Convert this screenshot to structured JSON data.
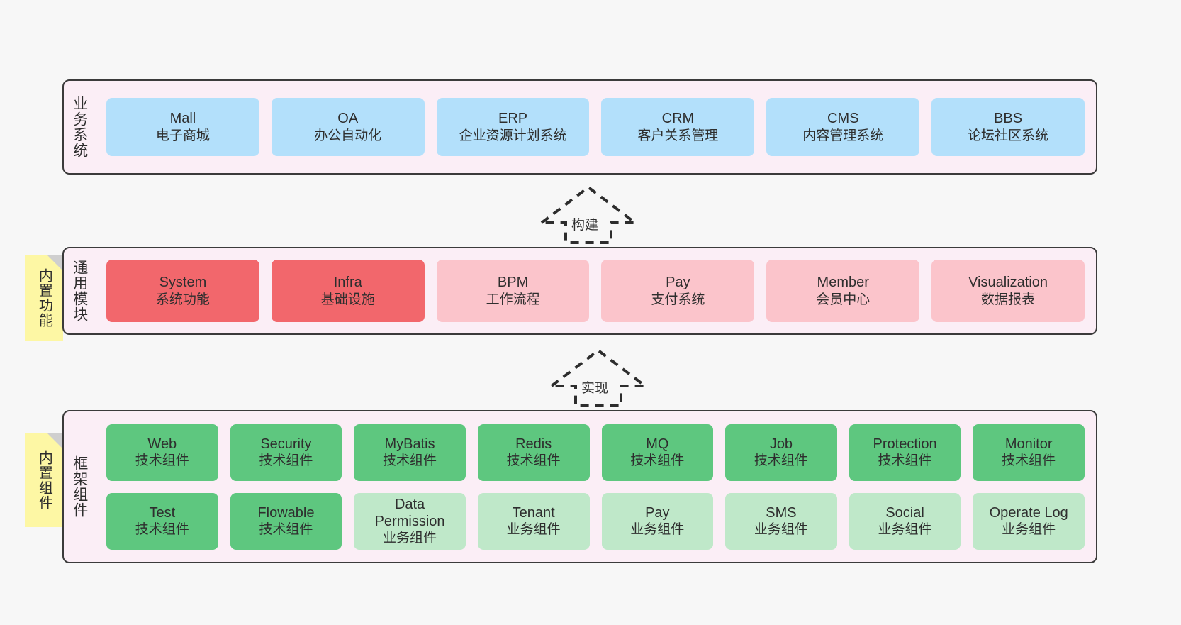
{
  "diagram": {
    "background_color": "#f7f7f7",
    "panel_color": "#fbeef6",
    "panel_border_color": "#3b3b3b",
    "note_color": "#fdf7a4"
  },
  "layers": [
    {
      "id": "business",
      "title": "业务系统",
      "note": null,
      "rows": [
        {
          "cards": [
            {
              "en": "Mall",
              "cn": "电子商城",
              "color": "#b3e0fb",
              "style": "c-blue"
            },
            {
              "en": "OA",
              "cn": "办公自动化",
              "color": "#b3e0fb",
              "style": "c-blue"
            },
            {
              "en": "ERP",
              "cn": "企业资源计划系统",
              "color": "#b3e0fb",
              "style": "c-blue"
            },
            {
              "en": "CRM",
              "cn": "客户关系管理",
              "color": "#b3e0fb",
              "style": "c-blue"
            },
            {
              "en": "CMS",
              "cn": "内容管理系统",
              "color": "#b3e0fb",
              "style": "c-blue"
            },
            {
              "en": "BBS",
              "cn": "论坛社区系统",
              "color": "#b3e0fb",
              "style": "c-blue"
            }
          ]
        }
      ]
    },
    {
      "id": "modules",
      "title": "通用模块",
      "note": "内置功能",
      "rows": [
        {
          "cards": [
            {
              "en": "System",
              "cn": "系统功能",
              "color": "#f2676c",
              "style": "c-red"
            },
            {
              "en": "Infra",
              "cn": "基础设施",
              "color": "#f2676c",
              "style": "c-red"
            },
            {
              "en": "BPM",
              "cn": "工作流程",
              "color": "#fbc4cb",
              "style": "c-pink"
            },
            {
              "en": "Pay",
              "cn": "支付系统",
              "color": "#fbc4cb",
              "style": "c-pink"
            },
            {
              "en": "Member",
              "cn": "会员中心",
              "color": "#fbc4cb",
              "style": "c-pink"
            },
            {
              "en": "Visualization",
              "cn": "数据报表",
              "color": "#fbc4cb",
              "style": "c-pink"
            }
          ]
        }
      ]
    },
    {
      "id": "framework",
      "title": "框架组件",
      "note": "内置组件",
      "rows": [
        {
          "cards": [
            {
              "en": "Web",
              "cn": "技术组件",
              "color": "#5ec77f",
              "style": "c-green"
            },
            {
              "en": "Security",
              "cn": "技术组件",
              "color": "#5ec77f",
              "style": "c-green"
            },
            {
              "en": "MyBatis",
              "cn": "技术组件",
              "color": "#5ec77f",
              "style": "c-green"
            },
            {
              "en": "Redis",
              "cn": "技术组件",
              "color": "#5ec77f",
              "style": "c-green"
            },
            {
              "en": "MQ",
              "cn": "技术组件",
              "color": "#5ec77f",
              "style": "c-green"
            },
            {
              "en": "Job",
              "cn": "技术组件",
              "color": "#5ec77f",
              "style": "c-green"
            },
            {
              "en": "Protection",
              "cn": "技术组件",
              "color": "#5ec77f",
              "style": "c-green"
            },
            {
              "en": "Monitor",
              "cn": "技术组件",
              "color": "#5ec77f",
              "style": "c-green"
            }
          ]
        },
        {
          "cards": [
            {
              "en": "Test",
              "cn": "技术组件",
              "color": "#5ec77f",
              "style": "c-green"
            },
            {
              "en": "Flowable",
              "cn": "技术组件",
              "color": "#5ec77f",
              "style": "c-green"
            },
            {
              "en": "Data Permission",
              "cn": "业务组件",
              "color": "#bfe8c9",
              "style": "c-lightgreen"
            },
            {
              "en": "Tenant",
              "cn": "业务组件",
              "color": "#bfe8c9",
              "style": "c-lightgreen"
            },
            {
              "en": "Pay",
              "cn": "业务组件",
              "color": "#bfe8c9",
              "style": "c-lightgreen"
            },
            {
              "en": "SMS",
              "cn": "业务组件",
              "color": "#bfe8c9",
              "style": "c-lightgreen"
            },
            {
              "en": "Social",
              "cn": "业务组件",
              "color": "#bfe8c9",
              "style": "c-lightgreen"
            },
            {
              "en": "Operate Log",
              "cn": "业务组件",
              "color": "#bfe8c9",
              "style": "c-lightgreen"
            }
          ]
        }
      ]
    }
  ],
  "arrows": [
    {
      "id": "build",
      "label": "构建",
      "from": "modules",
      "to": "business"
    },
    {
      "id": "implement",
      "label": "实现",
      "from": "framework",
      "to": "modules"
    }
  ]
}
